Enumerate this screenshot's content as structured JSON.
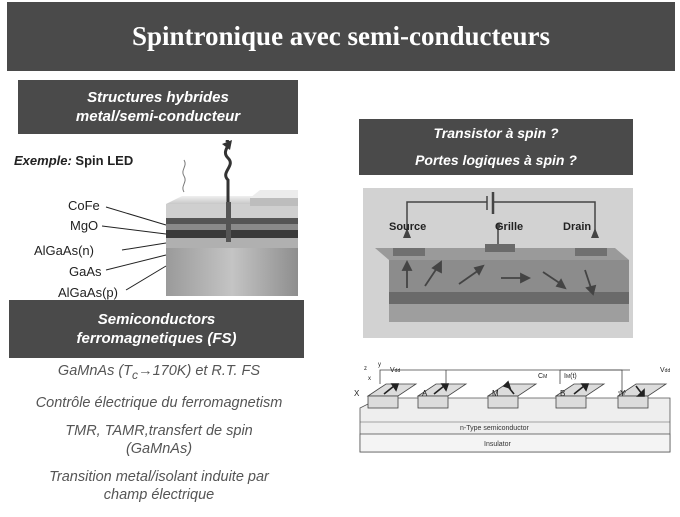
{
  "slide": {
    "title": "Spintronique avec semi-conducteurs"
  },
  "hybrid": {
    "title_line1": "Structures hybrides",
    "title_line2": "metal/semi-conducteur",
    "example_prefix": "Exemple:",
    "example_text": " Spin LED",
    "layers": [
      "CoFe",
      "MgO",
      "AlGaAs(n)",
      "GaAs",
      "AlGaAs(p)"
    ]
  },
  "fs": {
    "title_line1": "Semiconductors",
    "title_line2": "ferromagnetiques (FS)",
    "item1_prefix": "GaMnAs (T",
    "item1_sub": "c",
    "item1_suffix": "→170K) et R.T. FS",
    "item2": "Contrôle électrique du ferromagnetism",
    "item3_line1": "TMR, TAMR,transfert de spin",
    "item3_line2": "(GaMnAs)",
    "item4_line1": "Transition metal/isolant induite par",
    "item4_line2": "champ électrique"
  },
  "transistor": {
    "line1": "Transistor à spin ?",
    "line2": "Portes logiques à spin ?",
    "source": "Source",
    "gate": "Grille",
    "drain": "Drain"
  },
  "logic": {
    "nodes": [
      "X",
      "A",
      "M",
      "B",
      "Y"
    ],
    "vdd": "V",
    "vdd_sub": "dd",
    "cm": "C",
    "cm_sub": "M",
    "im": "I",
    "im_sub": "M",
    "im_suffix": "(t)",
    "semiconductor": "n-Type semiconductor",
    "insulator": "Insulator",
    "axis_x": "x",
    "axis_y": "y",
    "axis_z": "z"
  }
}
